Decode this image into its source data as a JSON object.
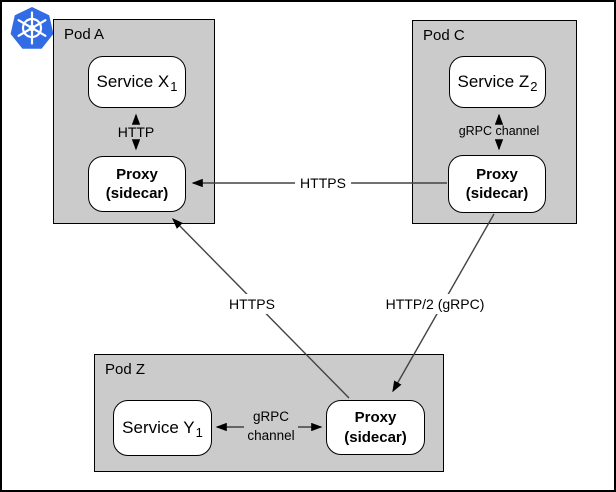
{
  "colors": {
    "pod_fill": "#cbcbcb",
    "node_fill": "#ffffff",
    "border": "#000000",
    "edge_line": "#424242",
    "arrowhead": "#000000",
    "kubernetes_blue": "#326CE5"
  },
  "icons": {
    "kubernetes": "kubernetes-helm-logo"
  },
  "pods": {
    "a": {
      "label": "Pod A",
      "service": {
        "name": "Service X",
        "sub": "1"
      },
      "proxy": {
        "line1": "Proxy",
        "line2": "(sidecar)"
      },
      "channel_label": "HTTP"
    },
    "c": {
      "label": "Pod C",
      "service": {
        "name": "Service Z",
        "sub": "2"
      },
      "proxy": {
        "line1": "Proxy",
        "line2": "(sidecar)"
      },
      "channel_label": "gRPC channel"
    },
    "z": {
      "label": "Pod Z",
      "service": {
        "name": "Service Y",
        "sub": "1"
      },
      "proxy": {
        "line1": "Proxy",
        "line2": "(sidecar)"
      },
      "channel_label": "gRPC channel"
    }
  },
  "edges": {
    "pod_c_to_pod_a": "HTTPS",
    "pod_z_to_pod_a": "HTTPS",
    "pod_c_to_pod_z": "HTTP/2 (gRPC)"
  }
}
